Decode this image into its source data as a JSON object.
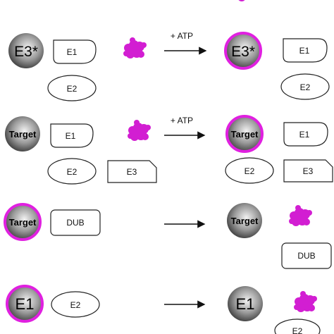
{
  "colors": {
    "ubiquitin": "#d21ed2",
    "ring": "#e020e0",
    "sphere_dark": "#3a3a3a",
    "sphere_light": "#f2f2f2"
  },
  "icons": {
    "ubiquitin": "ubiquitin-protein-icon"
  },
  "rows": [
    {
      "left": {
        "sphere": "E3*",
        "e1": "E1",
        "e2": "E2"
      },
      "arrow_label": "+ ATP",
      "right": {
        "sphere": "E3*",
        "e1": "E1",
        "e2": "E2"
      }
    },
    {
      "left": {
        "sphere": "Target",
        "e1": "E1",
        "e2": "E2",
        "e3": "E3"
      },
      "arrow_label": "+ ATP",
      "right": {
        "sphere": "Target",
        "e1": "E1",
        "e2": "E2",
        "e3": "E3"
      }
    },
    {
      "left": {
        "sphere": "Target",
        "dub": "DUB"
      },
      "arrow_label": "",
      "right": {
        "sphere": "Target",
        "dub": "DUB"
      }
    },
    {
      "left": {
        "sphere": "E1",
        "e2": "E2"
      },
      "arrow_label": "",
      "right": {
        "sphere": "E1",
        "e2": "E2"
      }
    }
  ]
}
